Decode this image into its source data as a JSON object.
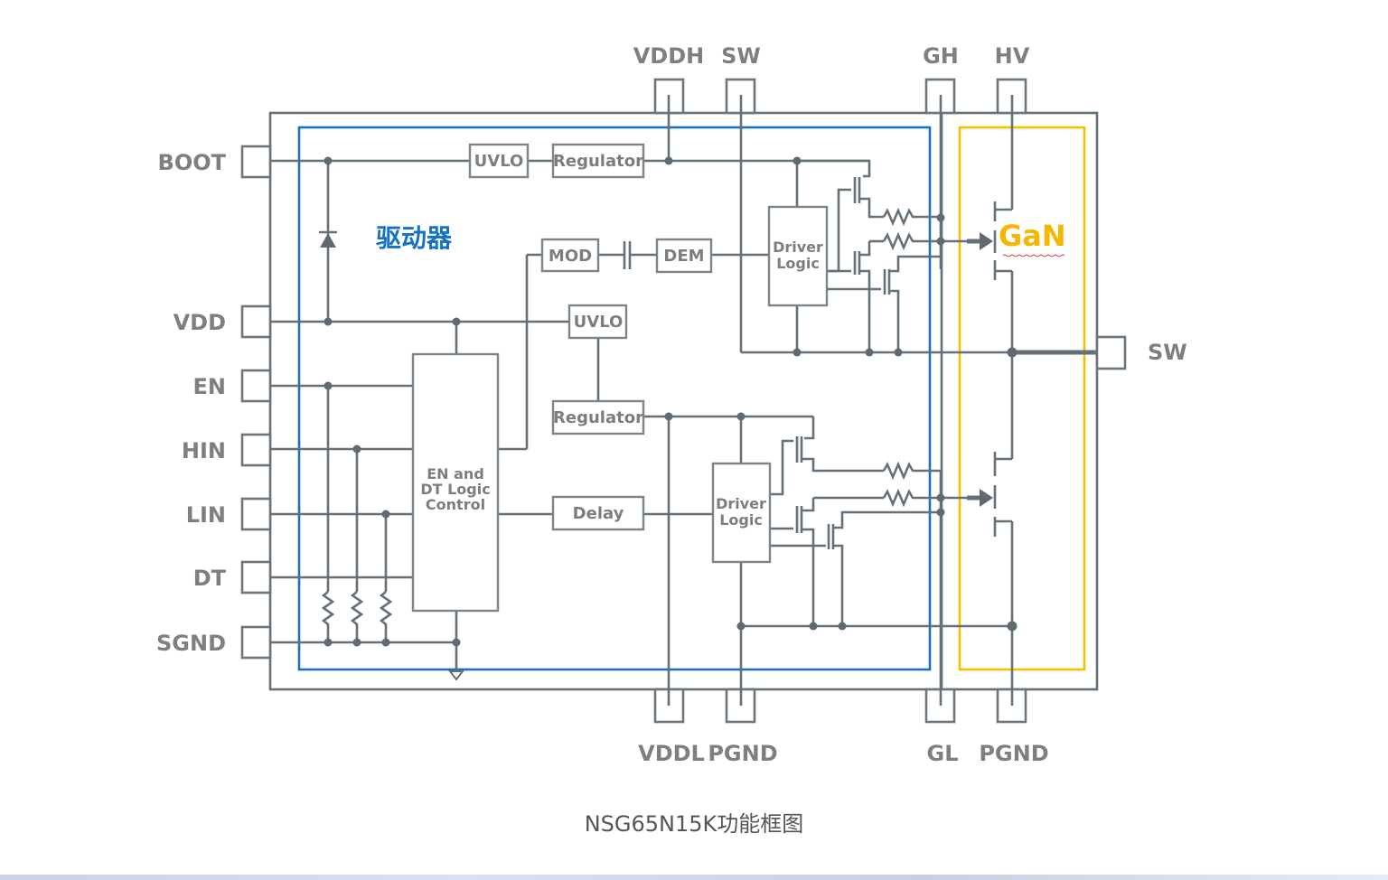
{
  "diagram": {
    "driver_label": "驱动器",
    "gan_label": "GaN",
    "colors": {
      "driver_border": "#1473c4",
      "gan_border": "#f5c000",
      "wire": "#657178"
    },
    "pins_left": [
      "BOOT",
      "VDD",
      "EN",
      "HIN",
      "LIN",
      "DT",
      "SGND"
    ],
    "pins_top": [
      "VDDH",
      "SW",
      "GH",
      "HV"
    ],
    "pins_bottom": [
      "VDDL",
      "PGND",
      "GL",
      "PGND"
    ],
    "pins_right": [
      "SW"
    ],
    "blocks": {
      "uvlo_top": "UVLO",
      "regulator_top": "Regulator",
      "mod": "MOD",
      "dem": "DEM",
      "uvlo_mid": "UVLO",
      "regulator_mid": "Regulator",
      "delay": "Delay",
      "en_dt_logic": [
        "EN and",
        "DT Logic",
        "Control"
      ],
      "driver_logic_high": [
        "Driver",
        "Logic"
      ],
      "driver_logic_low": [
        "Driver",
        "Logic"
      ]
    }
  },
  "caption": "NSG65N15K功能框图"
}
